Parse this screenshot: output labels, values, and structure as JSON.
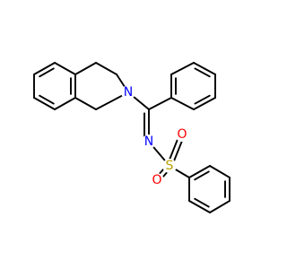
{
  "molecule": {
    "atoms": [
      {
        "symbol": "N",
        "color": "#0000ff",
        "role": "ring-nitrogen"
      },
      {
        "symbol": "N",
        "color": "#0000ff",
        "role": "imine-nitrogen"
      },
      {
        "symbol": "S",
        "color": "#b8a000",
        "role": "sulfonyl-sulfur"
      },
      {
        "symbol": "O",
        "color": "#ff0000",
        "role": "sulfonyl-oxygen-upper"
      },
      {
        "symbol": "O",
        "color": "#ff0000",
        "role": "sulfonyl-oxygen-lower"
      }
    ],
    "bond_color": "#000000"
  }
}
